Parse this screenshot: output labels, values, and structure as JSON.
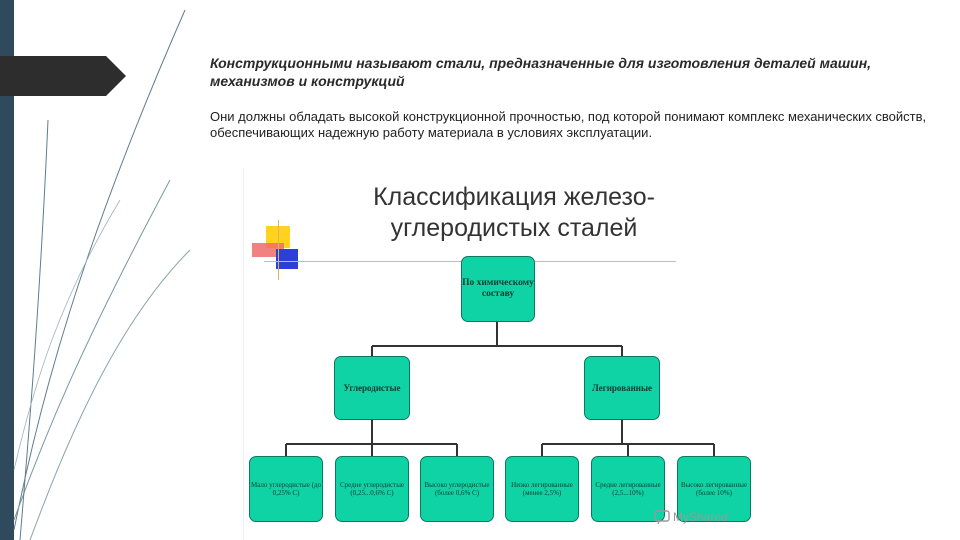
{
  "heading": "Конструкционными называют стали, предназначенные для изготовления деталей машин, механизмов и конструкций",
  "body_text": "Они должны обладать высокой конструкционной прочностью, под которой понимают комплекс механических свойств, обеспечивающих надежную работу материала в условиях эксплуатации.",
  "diagram": {
    "title_line1": "Классификация железо-",
    "title_line2": "углеродистых сталей",
    "root": "По химическому составу",
    "branches": [
      "Углеродистые",
      "Легированные"
    ],
    "leaves": [
      "Мало углеродистые (до 0,25% С)",
      "Средне углеродистые (0,25...0,6% С)",
      "Высоко углеродистые (более 0,6% С)",
      "Низко легированные (менее 2,5%)",
      "Средне легированные (2,5...10%)",
      "Высоко легированные (более 10%)"
    ]
  },
  "watermark": "MyShared",
  "colors": {
    "node_fill": "#0fd3a4",
    "node_border": "#0a7a5e",
    "strip": "#2f4a5c"
  }
}
